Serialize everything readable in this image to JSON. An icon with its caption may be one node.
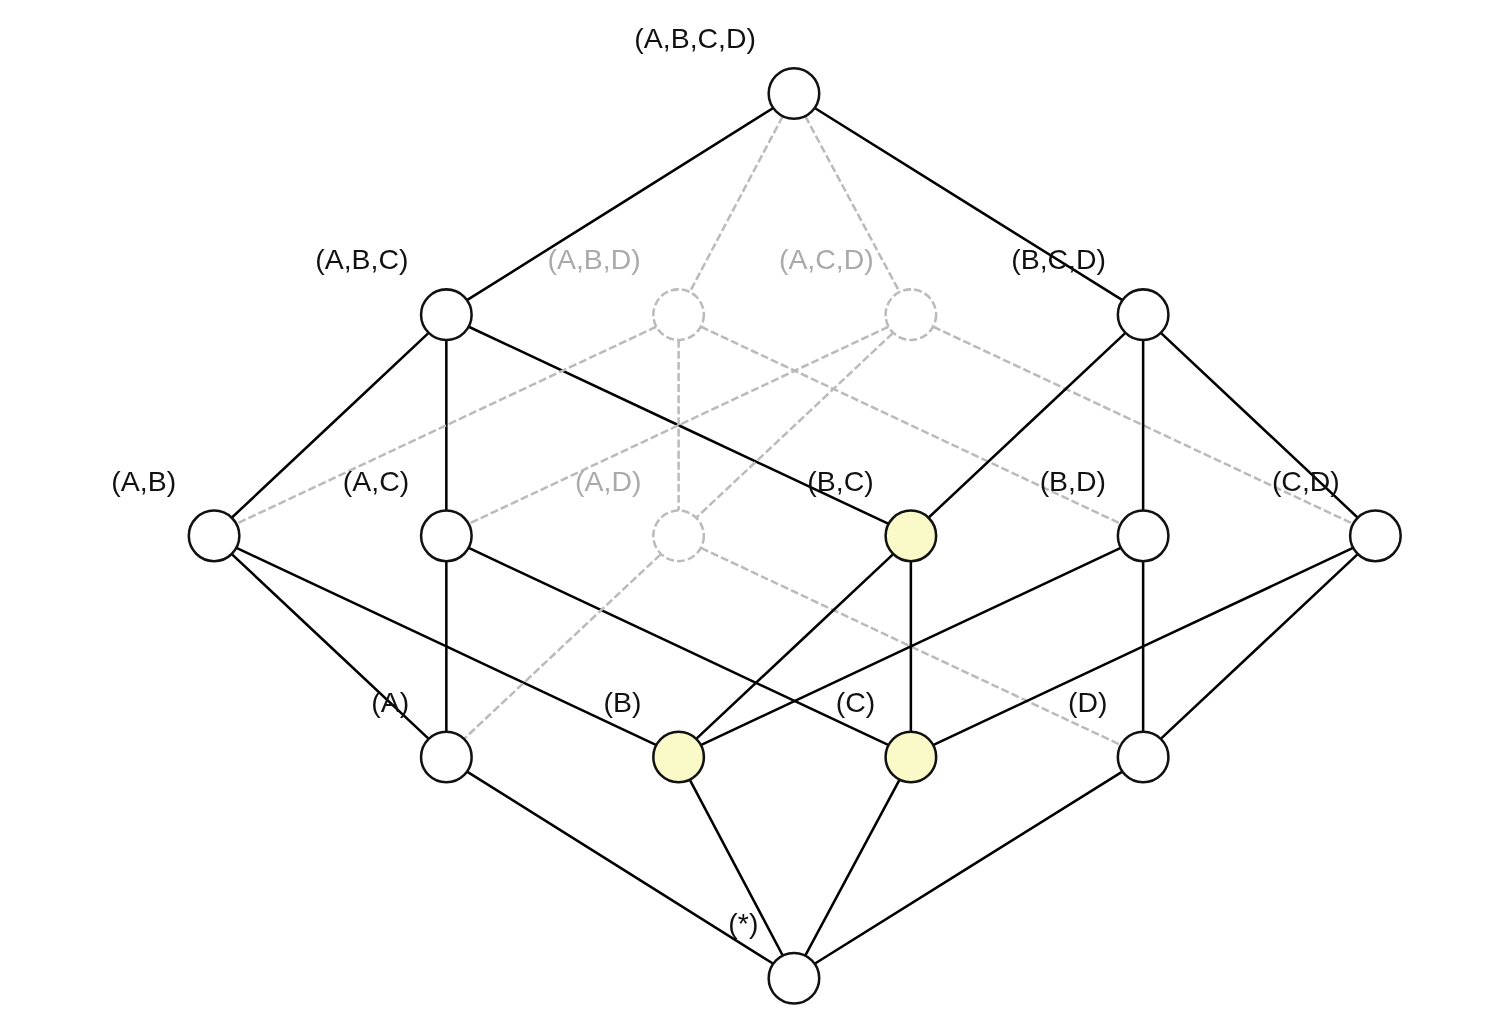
{
  "diagram": {
    "nodes": [
      {
        "text": [],
        "shape": "circle",
        "beside": [
          "(A,B,C,D)"
        ]
      },
      {
        "text": [],
        "shape": "circle",
        "beside": [
          "(A,B,C)"
        ]
      },
      {
        "text": [],
        "shape": "circle",
        "beside": [
          "(A,B,D)"
        ]
      },
      {
        "text": [],
        "shape": "circle",
        "beside": [
          "(A,C,D)"
        ]
      },
      {
        "text": [],
        "shape": "circle",
        "beside": [
          "(B,C,D)"
        ]
      },
      {
        "text": [],
        "shape": "circle",
        "beside": [
          "(A,B)"
        ]
      },
      {
        "text": [],
        "shape": "circle",
        "beside": [
          "(A,C)"
        ]
      },
      {
        "text": [],
        "shape": "circle",
        "beside": [
          "(A,D)"
        ]
      },
      {
        "text": [],
        "shape": "circle",
        "beside": [
          "(B,C)"
        ]
      },
      {
        "text": [],
        "shape": "circle",
        "beside": [
          "(B,D)"
        ]
      },
      {
        "text": [],
        "shape": "circle",
        "beside": [
          "(C,D)"
        ]
      },
      {
        "text": [],
        "shape": "circle",
        "beside": [
          "(A)"
        ]
      },
      {
        "text": [],
        "shape": "circle",
        "beside": [
          "(B)"
        ]
      },
      {
        "text": [],
        "shape": "circle",
        "beside": [
          "(C)"
        ]
      },
      {
        "text": [],
        "shape": "circle",
        "beside": [
          "(D)"
        ]
      },
      {
        "text": [],
        "shape": "circle",
        "beside": [
          "(*)"
        ]
      }
    ],
    "edges": [
      {
        "from": 0,
        "to": 1,
        "arrow": "none"
      },
      {
        "from": 0,
        "to": 2,
        "arrow": "none",
        "style": "dashed",
        "color": "#bbbbbb"
      },
      {
        "from": 0,
        "to": 3,
        "arrow": "none",
        "style": "dashed",
        "color": "#bbbbbb"
      },
      {
        "from": 0,
        "to": 4,
        "arrow": "none"
      },
      {
        "from": 1,
        "to": 5,
        "arrow": "none"
      },
      {
        "from": 1,
        "to": 6,
        "arrow": "none"
      },
      {
        "from": 1,
        "to": 8,
        "arrow": "none"
      },
      {
        "from": 2,
        "to": 5,
        "arrow": "none",
        "style": "dashed",
        "color": "#bbbbbb"
      },
      {
        "from": 2,
        "to": 7,
        "arrow": "none",
        "style": "dashed",
        "color": "#bbbbbb"
      },
      {
        "from": 2,
        "to": 9,
        "arrow": "none",
        "style": "dashed",
        "color": "#bbbbbb"
      },
      {
        "from": 3,
        "to": 6,
        "arrow": "none",
        "style": "dashed",
        "color": "#bbbbbb"
      },
      {
        "from": 3,
        "to": 7,
        "arrow": "none",
        "style": "dashed",
        "color": "#bbbbbb"
      },
      {
        "from": 3,
        "to": 10,
        "arrow": "none",
        "style": "dashed",
        "color": "#bbbbbb"
      },
      {
        "from": 4,
        "to": 8,
        "arrow": "none"
      },
      {
        "from": 4,
        "to": 9,
        "arrow": "none"
      },
      {
        "from": 4,
        "to": 10,
        "arrow": "none"
      },
      {
        "from": 5,
        "to": 11,
        "arrow": "none"
      },
      {
        "from": 5,
        "to": 12,
        "arrow": "none"
      },
      {
        "from": 6,
        "to": 11,
        "arrow": "none"
      },
      {
        "from": 6,
        "to": 13,
        "arrow": "none"
      },
      {
        "from": 7,
        "to": 11,
        "arrow": "none",
        "style": "dashed",
        "color": "#bbbbbb"
      },
      {
        "from": 7,
        "to": 14,
        "arrow": "none",
        "style": "dashed",
        "color": "#bbbbbb"
      },
      {
        "from": 8,
        "to": 12,
        "arrow": "none"
      },
      {
        "from": 8,
        "to": 13,
        "arrow": "none"
      },
      {
        "from": 9,
        "to": 12,
        "arrow": "none"
      },
      {
        "from": 9,
        "to": 14,
        "arrow": "none"
      },
      {
        "from": 10,
        "to": 13,
        "arrow": "none"
      },
      {
        "from": 10,
        "to": 14,
        "arrow": "none"
      },
      {
        "from": 11,
        "to": 15,
        "arrow": "none"
      },
      {
        "from": 12,
        "to": 15,
        "arrow": "none"
      },
      {
        "from": 13,
        "to": 15,
        "arrow": "none"
      },
      {
        "from": 14,
        "to": 15,
        "arrow": "none"
      }
    ]
  }
}
